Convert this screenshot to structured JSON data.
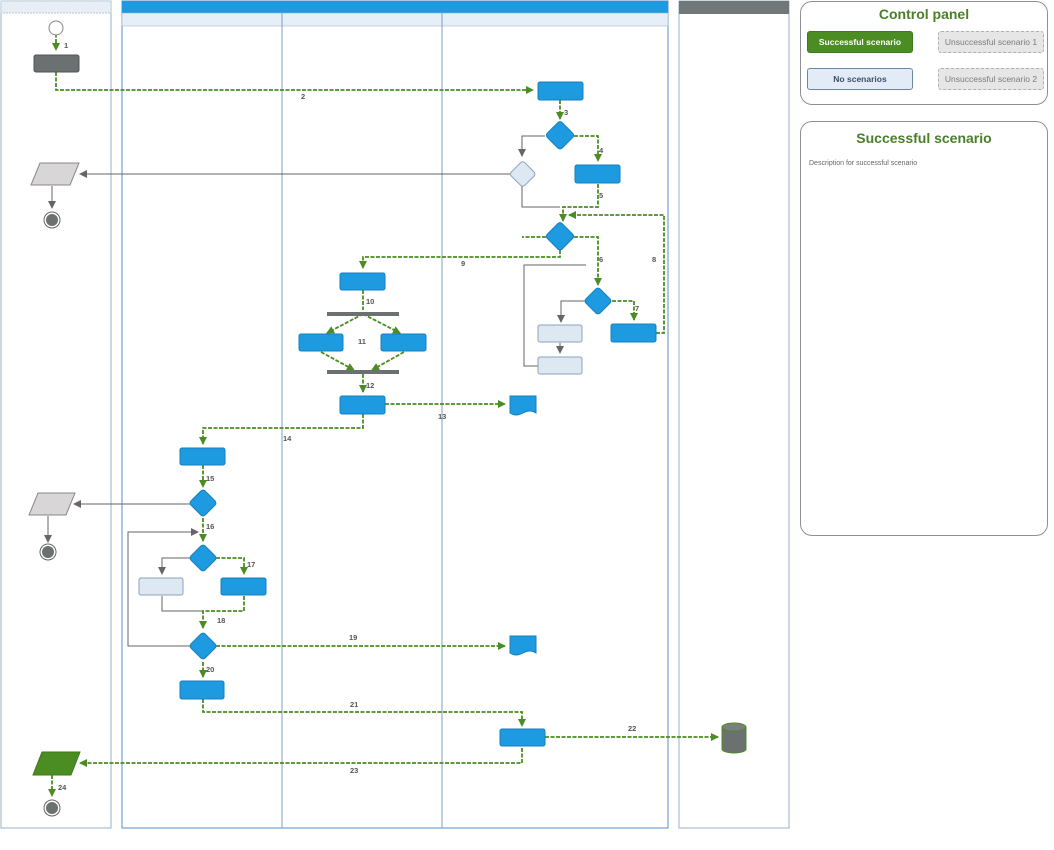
{
  "colors": {
    "blue": "#1e9ae0",
    "green": "#4b8c23",
    "gray": "#6b7070",
    "lightblue": "#dde8f3",
    "lane_header": "#1e9ae0",
    "lane_header_gray": "#707878"
  },
  "control_panel": {
    "title": "Control panel",
    "buttons": {
      "successful": "Successful scenario",
      "unsuccessful_1": "Unsuccessful scenario 1",
      "none": "No scenarios",
      "unsuccessful_2": "Unsuccessful scenario 2"
    }
  },
  "scenario_panel": {
    "title": "Successful scenario",
    "description": "Description for successful scenario"
  },
  "flow_labels": [
    "1",
    "2",
    "3",
    "4",
    "5",
    "6",
    "7",
    "8",
    "9",
    "10",
    "11",
    "12",
    "13",
    "14",
    "15",
    "16",
    "17",
    "18",
    "19",
    "20",
    "21",
    "22",
    "23",
    "24"
  ]
}
